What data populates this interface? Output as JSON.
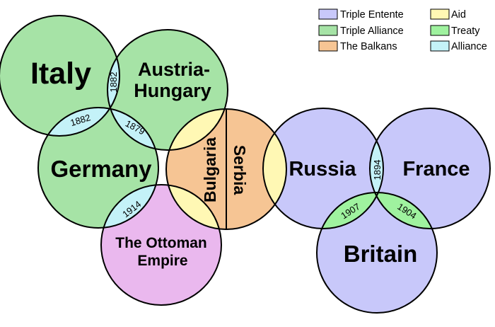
{
  "colors": {
    "entente": "#c8c8fa",
    "alliance_group": "#a6e3a6",
    "balkans": "#f6c594",
    "ottoman": "#eab8ee",
    "aid": "#fff8b4",
    "treaty": "#9ff29f",
    "alliance_link": "#c4f2f8",
    "outline": "#000000"
  },
  "legend": {
    "triple_entente": "Triple Entente",
    "triple_alliance": "Triple Alliance",
    "the_balkans": "The Balkans",
    "aid": "Aid",
    "treaty": "Treaty",
    "alliance": "Alliance"
  },
  "nations": {
    "italy": "Italy",
    "austria_line1": "Austria-",
    "austria_line2": "Hungary",
    "germany": "Germany",
    "bulgaria": "Bulgaria",
    "serbia": "Serbia",
    "ottoman_line1": "The Ottoman",
    "ottoman_line2": "Empire",
    "russia": "Russia",
    "france": "France",
    "britain": "Britain"
  },
  "links": {
    "italy_austria": "1882",
    "italy_germany": "1882",
    "austria_germany": "1879",
    "germany_ottoman": "1914",
    "russia_france": "1894",
    "russia_britain": "1907",
    "france_britain": "1904"
  }
}
